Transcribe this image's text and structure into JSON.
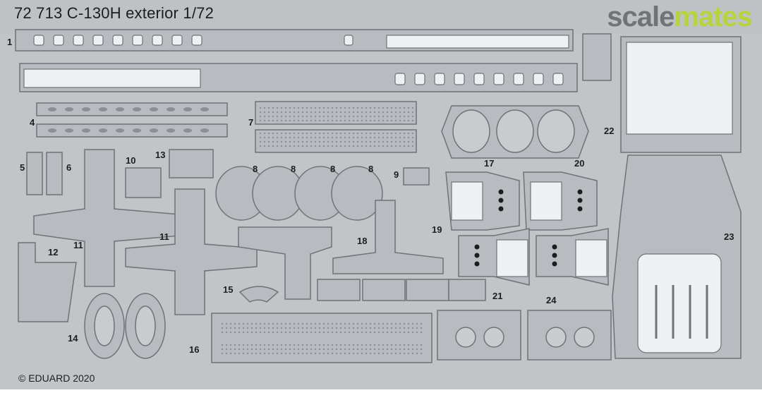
{
  "header": {
    "title": "72 713  C-130H exterior 1/72"
  },
  "logo": {
    "part1": "scale",
    "part2": "mates",
    "color_gray": "#6f7478",
    "color_green": "#b7d43c"
  },
  "footer": {
    "copyright": "© EDUARD 2020"
  },
  "colors": {
    "fret": "#c2c5c8",
    "part_fill": "#b8bcc0",
    "part_edge": "#6e7378",
    "hole": "#eef0f2"
  },
  "parts": {
    "p1": "1",
    "p4": "4",
    "p5": "5",
    "p6": "6",
    "p7": "7",
    "p8a": "8",
    "p8b": "8",
    "p8c": "8",
    "p8d": "8",
    "p9": "9",
    "p10": "10",
    "p11a": "11",
    "p11b": "11",
    "p12": "12",
    "p13": "13",
    "p14": "14",
    "p15": "15",
    "p16": "16",
    "p17": "17",
    "p18": "18",
    "p19": "19",
    "p20": "20",
    "p21": "21",
    "p22": "22",
    "p23": "23",
    "p24": "24"
  }
}
